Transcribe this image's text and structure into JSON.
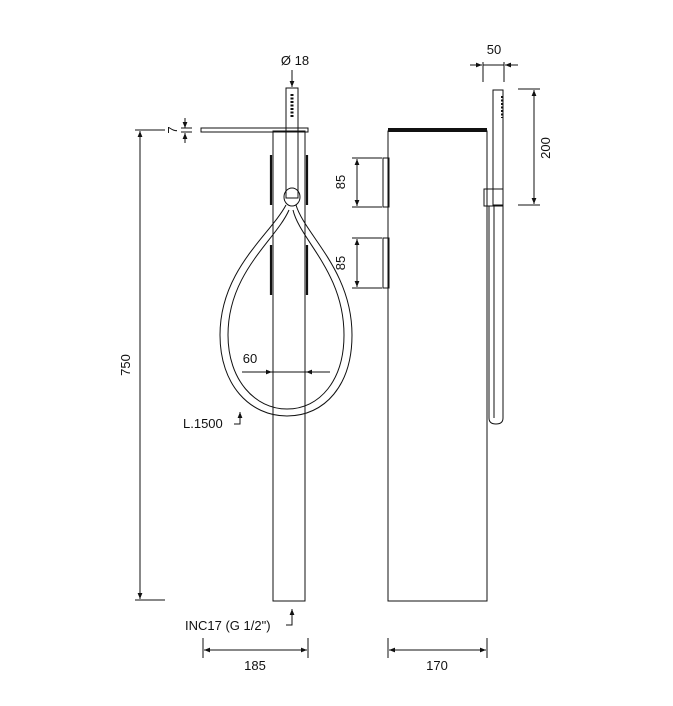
{
  "drawing": {
    "labels": {
      "diameter": "Ø 18",
      "shelf_thickness": "7",
      "height": "750",
      "hose_width": "60",
      "hose_length": "L.1500",
      "connection": "INC17 (G 1/2\")",
      "front_width": "185",
      "side_width": "170",
      "handle_width": "50",
      "handle_length": "200",
      "strip_upper": "85",
      "strip_lower": "85"
    },
    "line_color": "#111111",
    "background": "#ffffff"
  }
}
